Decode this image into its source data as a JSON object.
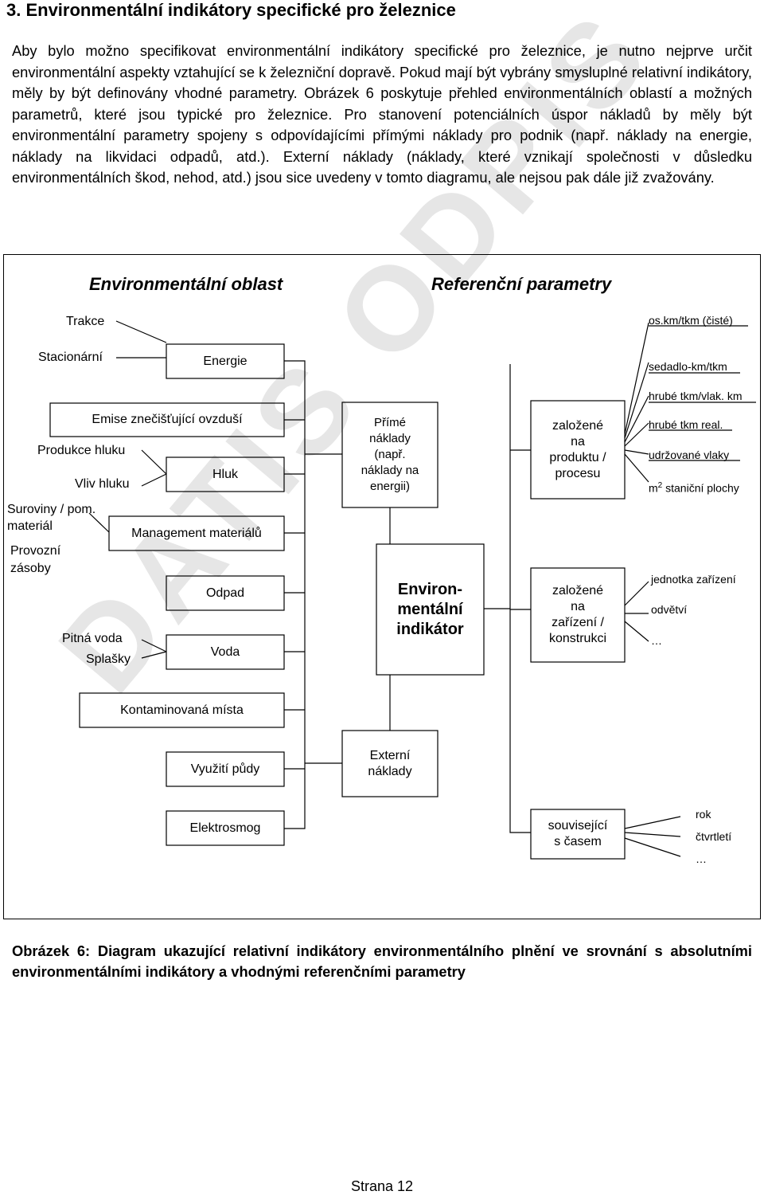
{
  "document": {
    "heading": "3. Environmentální indikátory specifické pro železnice",
    "paragraph": "Aby bylo možno specifikovat environmentální indikátory specifické pro železnice, je nutno nejprve určit environmentální aspekty vztahující se k železniční dopravě. Pokud mají být vybrány smysluplné relativní indikátory, měly by být definovány vhodné parametry. Obrázek 6 poskytuje přehled environmentálních oblastí a možných parametrů, které jsou typické pro železnice. Pro stanovení potenciálních úspor nákladů by měly být environmentální parametry spojeny s odpovídajícími přímými náklady pro podnik (např. náklady na energie, náklady na likvidaci odpadů, atd.). Externí náklady (náklady, které vznikají společnosti v důsledku environmentálních škod, nehod, atd.) jsou sice uvedeny v tomto diagramu, ale nejsou pak dále již zvažovány.",
    "caption": "Obrázek 6: Diagram ukazující relativní indikátory environmentálního plnění ve srovnání s absolutními environmentálními indikátory a vhodnými referenčními parametry",
    "footer": "Strana 12",
    "watermark": "DATIS ODPIS"
  },
  "diagram": {
    "header_left": "Environmentální oblast",
    "header_right": "Referenční parametry",
    "left_labels": {
      "trakce": "Trakce",
      "stacionarni": "Stacionární",
      "produkce_hluku": "Produkce hluku",
      "vliv_hluku": "Vliv hluku",
      "suroviny": "Suroviny / pom.",
      "material": "materiál",
      "provozni": "Provozní",
      "zasoby": "zásoby",
      "pitna_voda": "Pitná voda",
      "splasky": "Splašky"
    },
    "boxes": {
      "energie": "Energie",
      "emise": "Emise znečišťující ovzduší",
      "hluk": "Hluk",
      "management": "Management materiálů",
      "odpad": "Odpad",
      "voda": "Voda",
      "kontaminovana": "Kontaminovaná místa",
      "vyuziti": "Využití půdy",
      "elektrosmog": "Elektrosmog",
      "prime": "Přímé\nnáklady\n(např.\nnáklady na\nenergii)",
      "externi": "Externí\nnáklady",
      "indikator": "Environ-\nmentální\nindikátor",
      "produkt": "založené\nna\nproduktu /\nprocesu",
      "zarizeni": "založené\nna\nzařízení /\nkonstrukci",
      "cas": "související\ns časem"
    },
    "params_product": [
      "os.km/tkm (čisté)",
      "sedadlo-km/tkm",
      "hrubé tkm/vlak. km",
      "hrubé tkm real.",
      "udržované vlaky",
      "m",
      "2",
      " staniční plochy"
    ],
    "params_device": [
      "jednotka zařízení",
      "odvětví",
      "…"
    ],
    "params_time": [
      "rok",
      "čtvrtletí",
      "…"
    ]
  }
}
